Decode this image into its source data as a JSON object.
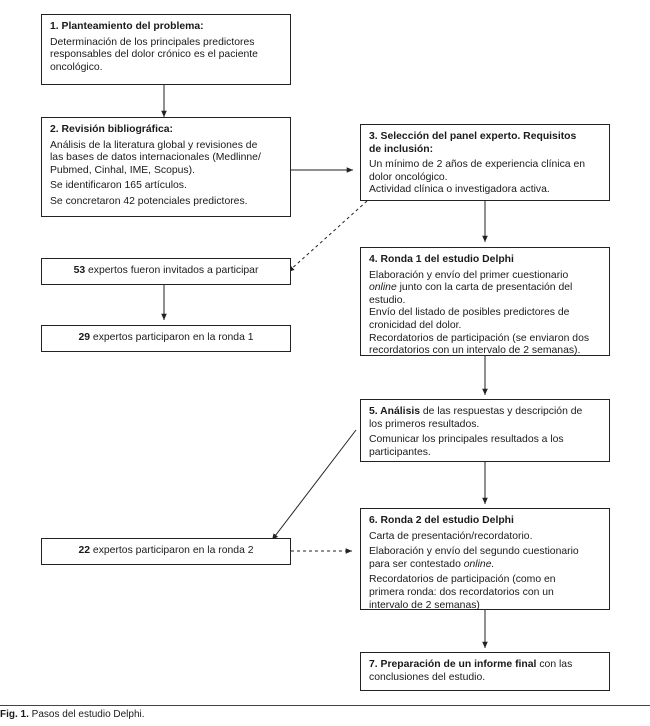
{
  "step1": {
    "title": "1. Planteamiento del problema:",
    "line1": "Determinación de los principales predictores",
    "line2": "responsables del dolor crónico es el paciente",
    "line3": "oncológico."
  },
  "step2": {
    "title": "2. Revisión bibliográfica:",
    "line1": "Análisis de la literatura global y revisiones de",
    "line2": "las bases de datos internacionales (Medlinne/",
    "line3": "Pubmed, Cinhal, IME, Scopus).",
    "line4": "Se identificaron 165 artículos.",
    "line5": "Se concretaron 42 potenciales predictores."
  },
  "step3": {
    "title1": "3. Selección del panel experto. Requisitos",
    "title2": "de inclusión:",
    "line1": "Un mínimo de 2 años de experiencia clínica en",
    "line2": "dolor oncológico.",
    "line3": "Actividad clínica o investigadora activa."
  },
  "invited": {
    "count": "53",
    "text": " expertos fueron invitados a participar"
  },
  "round1_participants": {
    "count": "29",
    "text": " expertos participaron en la ronda 1"
  },
  "step4": {
    "title": "4. Ronda 1 del estudio Delphi",
    "line1": "Elaboración y envío del primer cuestionario",
    "line2_italic": "online",
    "line2_rest": " junto con la carta de presentación del",
    "line3": "estudio.",
    "line4": "Envío del listado de posibles predictores de",
    "line5": "cronicidad del dolor.",
    "line6": "Recordatorios de participación (se enviaron dos",
    "line7": "recordatorios con un intervalo de 2 semanas)."
  },
  "step5": {
    "title_bold": "5. Análisis",
    "line1_rest": " de las respuestas y descripción de",
    "line2": "los primeros resultados.",
    "line3": "Comunicar los principales resultados a los",
    "line4": "participantes."
  },
  "round2_participants": {
    "count": "22",
    "text": " expertos participaron en la ronda 2"
  },
  "step6": {
    "title": "6. Ronda 2 del estudio Delphi",
    "line1": "Carta de presentación/recordatorio.",
    "line2": "Elaboración y envío del segundo cuestionario",
    "line3_rest": "para ser contestado ",
    "line3_italic": "online.",
    "line4": "Recordatorios de participación (como en",
    "line5": "primera ronda: dos recordatorios con un",
    "line6": "intervalo de 2 semanas)"
  },
  "step7": {
    "title_bold": "7. Preparación de un informe final",
    "line1_rest": " con las",
    "line2": "conclusiones del estudio."
  },
  "caption": {
    "label": "Fig. 1.",
    "text": " Pasos del estudio Delphi."
  }
}
